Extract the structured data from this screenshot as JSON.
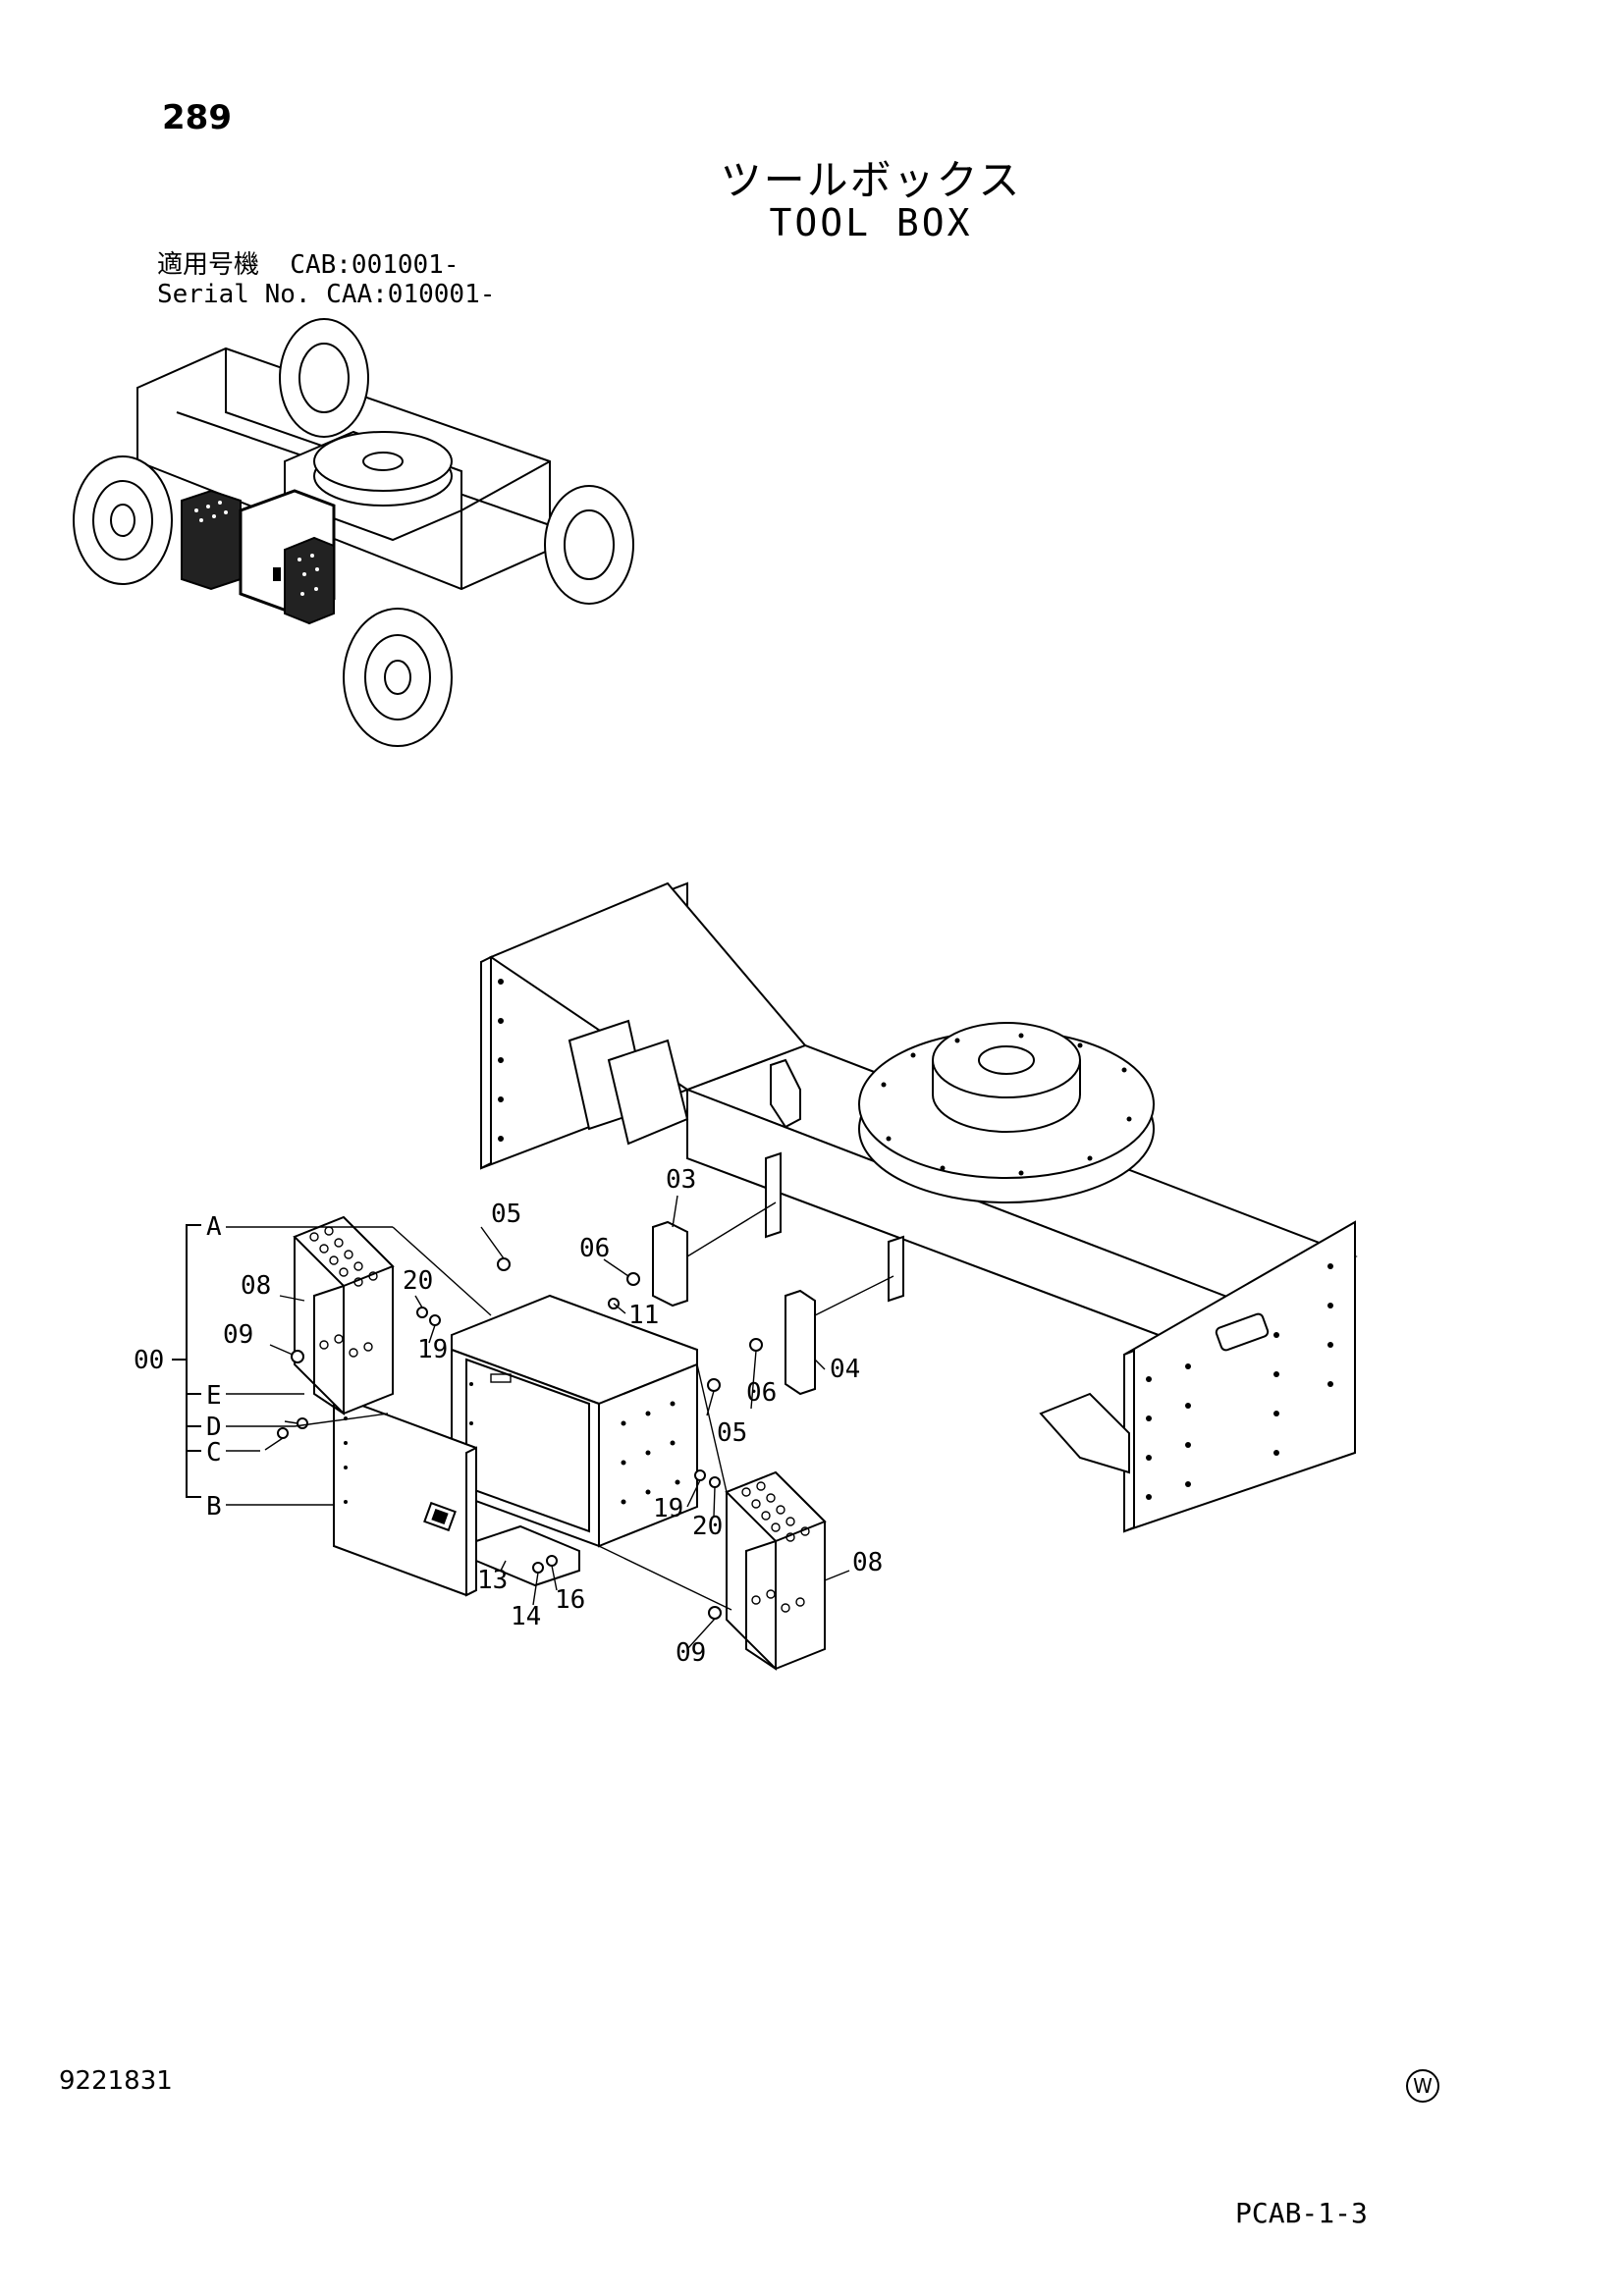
{
  "header": {
    "page_number": "289",
    "title_jp": "ツールボックス",
    "title_en": "TOOL BOX",
    "serial_line1": "適用号機  CAB:001001-",
    "serial_line2": "Serial No. CAA:010001-"
  },
  "footer": {
    "doc_code": "9221831",
    "mark": "W",
    "sheet_code": "PCAB-1-3"
  },
  "callouts": {
    "c03": "03",
    "c04": "04",
    "c05a": "05",
    "c05b": "05",
    "c06a": "06",
    "c06b": "06",
    "c08a": "08",
    "c08b": "08",
    "c09a": "09",
    "c09b": "09",
    "c11": "11",
    "c13": "13",
    "c14": "14",
    "c16": "16",
    "c19a": "19",
    "c19b": "19",
    "c20a": "20",
    "c20b": "20"
  },
  "bracket": {
    "assembly": "00",
    "a": "A",
    "b": "B",
    "c": "C",
    "d": "D",
    "e": "E"
  }
}
